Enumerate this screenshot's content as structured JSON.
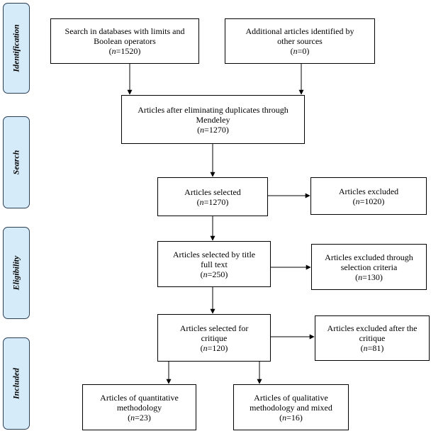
{
  "stages": [
    {
      "id": "identification",
      "label": "Identification"
    },
    {
      "id": "search",
      "label": "Search"
    },
    {
      "id": "eligibility",
      "label": "Eligibility"
    },
    {
      "id": "included",
      "label": "Included"
    }
  ],
  "boxes": {
    "database_search": {
      "lines": [
        "Search in databases with limits and",
        "Boolean operators"
      ],
      "n": "1520"
    },
    "additional_articles": {
      "lines": [
        "Additional articles identified by",
        "other sources"
      ],
      "n": "0"
    },
    "duplicates_removed": {
      "lines": [
        "Articles after eliminating duplicates through",
        "Mendeley"
      ],
      "n": "1270"
    },
    "articles_selected": {
      "lines": [
        "Articles selected"
      ],
      "n": "1270"
    },
    "articles_excluded": {
      "lines": [
        "Articles excluded"
      ],
      "n": "1020"
    },
    "selected_by_title": {
      "lines": [
        "Articles selected by title",
        "full text"
      ],
      "n": "250"
    },
    "excluded_selection_criteria": {
      "lines": [
        "Articles excluded through",
        "selection criteria"
      ],
      "n": "130"
    },
    "selected_for_critique": {
      "lines": [
        "Articles selected for",
        "critique"
      ],
      "n": "120"
    },
    "excluded_after_critique": {
      "lines": [
        "Articles excluded after the",
        "critique"
      ],
      "n": "81"
    },
    "quantitative": {
      "lines": [
        "Articles of quantitative",
        "methodology"
      ],
      "n": "23"
    },
    "qualitative_mixed": {
      "lines": [
        "Articles of qualitative",
        "methodology and mixed"
      ],
      "n": "16"
    }
  },
  "n_prefix": "n",
  "n_separator": "="
}
